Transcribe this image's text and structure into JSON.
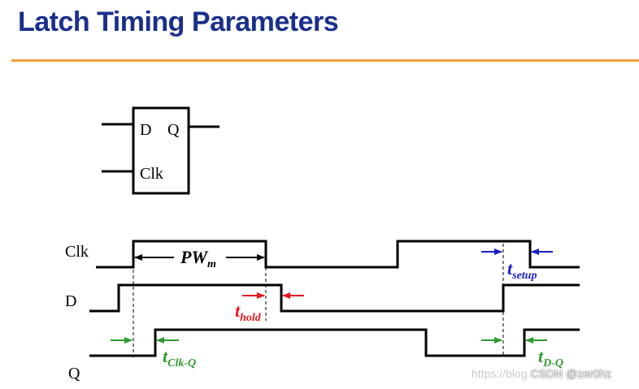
{
  "title": "Latch Timing Parameters",
  "latch": {
    "pin_d": "D",
    "pin_q": "Q",
    "pin_clk": "Clk"
  },
  "signals": {
    "clk": "Clk",
    "d": "D",
    "q": "Q"
  },
  "annotations": {
    "pw": {
      "main": "PW",
      "sub": "m"
    },
    "hold": {
      "main": "t",
      "sub": "hold"
    },
    "setup": {
      "main": "t",
      "sub": "setup"
    },
    "clk_q": {
      "main": "t",
      "sub": "Clk-Q"
    },
    "d_q": {
      "main": "t",
      "sub": "D-Q"
    }
  },
  "colors": {
    "title": "#1a2f8c",
    "rule": "#f3a03c",
    "hold": "#e8141e",
    "setup": "#1a1fc8",
    "delay": "#2e9a2e"
  },
  "watermark": {
    "url": "https://blog",
    "csdn": "CSDN @zer0hz"
  }
}
